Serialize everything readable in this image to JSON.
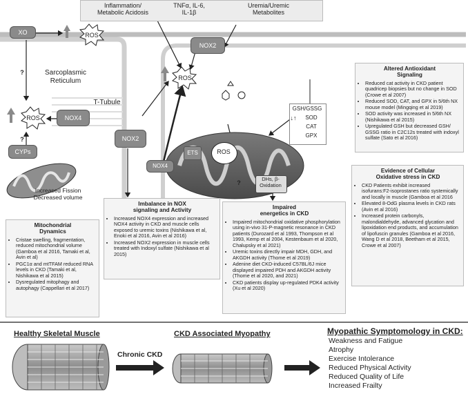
{
  "top_bar": {
    "inflammation": "Inflammation/\nMetabolic Acidosis",
    "cytokines": "TNFα, IL-6,\nIL-1β",
    "uremia": "Uremia/Uremic\nMetabolites"
  },
  "labels": {
    "xo": "XO",
    "ros": "ROS",
    "nox2": "NOX2",
    "nox4": "NOX4",
    "cyps": "CYPs",
    "sarcoplasmic": "Sarcoplasmic\nReticulum",
    "t_tubule": "T-Tubule",
    "ets": "ETS",
    "dhs": "DHs, β-\nOxidation",
    "question": "?",
    "mito_changes": "Increased Fission\nDecreased volume",
    "gsh": "GSH/GSSG",
    "sod": "SOD",
    "cat": "CAT",
    "gpx": "GPX"
  },
  "boxes": {
    "antioxidant": {
      "title": "Altered Antioxidant\nSignaling",
      "items": [
        "Reduced cat activity in CKD patient quadricep biopsies but no change in SOD (Crowe et al 2007)",
        "Reduced SOD, CAT, and GPX in 5/6th NX mouse model (Mingqing et al 2019)",
        "SOD activity was increased in 5/6th NX (Nishikawa et al 2015)",
        "Upregulated GSH but decreased GSH/ GSSG ratio in C2C12s treated with indoxyl sulfate (Sato et al 2016)"
      ]
    },
    "oxidative": {
      "title": "Evidence of Cellular\nOxidative stress in CKD",
      "items": [
        "CKD Patients exhibit increased isofurans:F2-isoprostanes ratio systemically and locally in muscle (Gamboa et al 2016",
        "Elevated 8-OdG plasma levels in CKD rats (Avin et al 2016)",
        "Increased protein carbonyls, malondialdehyde, advanced glycation and lipoxidation end products, and accumulation of lipofuscin granules (Gamboa et al 2016, Wang D et al 2018, Beetham et al 2015, Crowe et al 2007)"
      ]
    },
    "nox": {
      "title": "Imbalance in NOX\nsignaling and Activity",
      "items": [
        "Increased NOX4 expression and increased NOX4 activity in CKD and muscle cells exposed to uremic toxins (Nishikawa et al, Enoki et al 2016, Avin et al 2016)",
        "Increased NOX2 expression in muscle cells treated with Indoxyl sulfate (Nishikawa et al 2015)"
      ]
    },
    "energetics": {
      "title": "Impaired\nenergetics in CKD",
      "items": [
        "Impaired mitochondrial oxidative phosphorylation using in-vivo 31-P-magnetic resonance in CKD patients (Durozard et al 1993, Thompson et al 1993, Kemp et al 2004, Kestenbaum et al 2020, Chalupsky et al 2021)",
        "Uremic toxins directly impair MDH, GDH, and AKGDH activity (Thome et al 2019)",
        "Adenine diet CKD-induced C57BL/6J mice displayed impaired PDH and AKGDH activity (Thome et al 2020, and 2021)",
        "CKD patients display up-regulated PDK4 activity (Xu et al 2020)"
      ]
    },
    "mito": {
      "title": "Mitochondrial\nDynamics",
      "items": [
        "Cristae swelling, fragmentation, reduced mitochondrial volume (Gamboa et al 2016, Tamaki et al, Avin et al)",
        "PGC1α and mtTFAM reduced RNA levels in CKD (Tamaki et al, Nishikawa et al 2015)",
        "Dysregulated mitophagy and autophagy (Cappellari et al 2017)"
      ]
    }
  },
  "bottom": {
    "healthy": "Healthy Skeletal Muscle",
    "chronic": "Chronic CKD",
    "myopathy": "CKD Associated Myopathy",
    "symptom_title": "Myopathic Symptomology in CKD:",
    "symptoms": [
      "Weakness and Fatigue",
      "Atrophy",
      "Exercise Intolerance",
      "Reduced Physical Activity",
      "Reduced Quality of Life",
      "Increased Frailty"
    ]
  }
}
